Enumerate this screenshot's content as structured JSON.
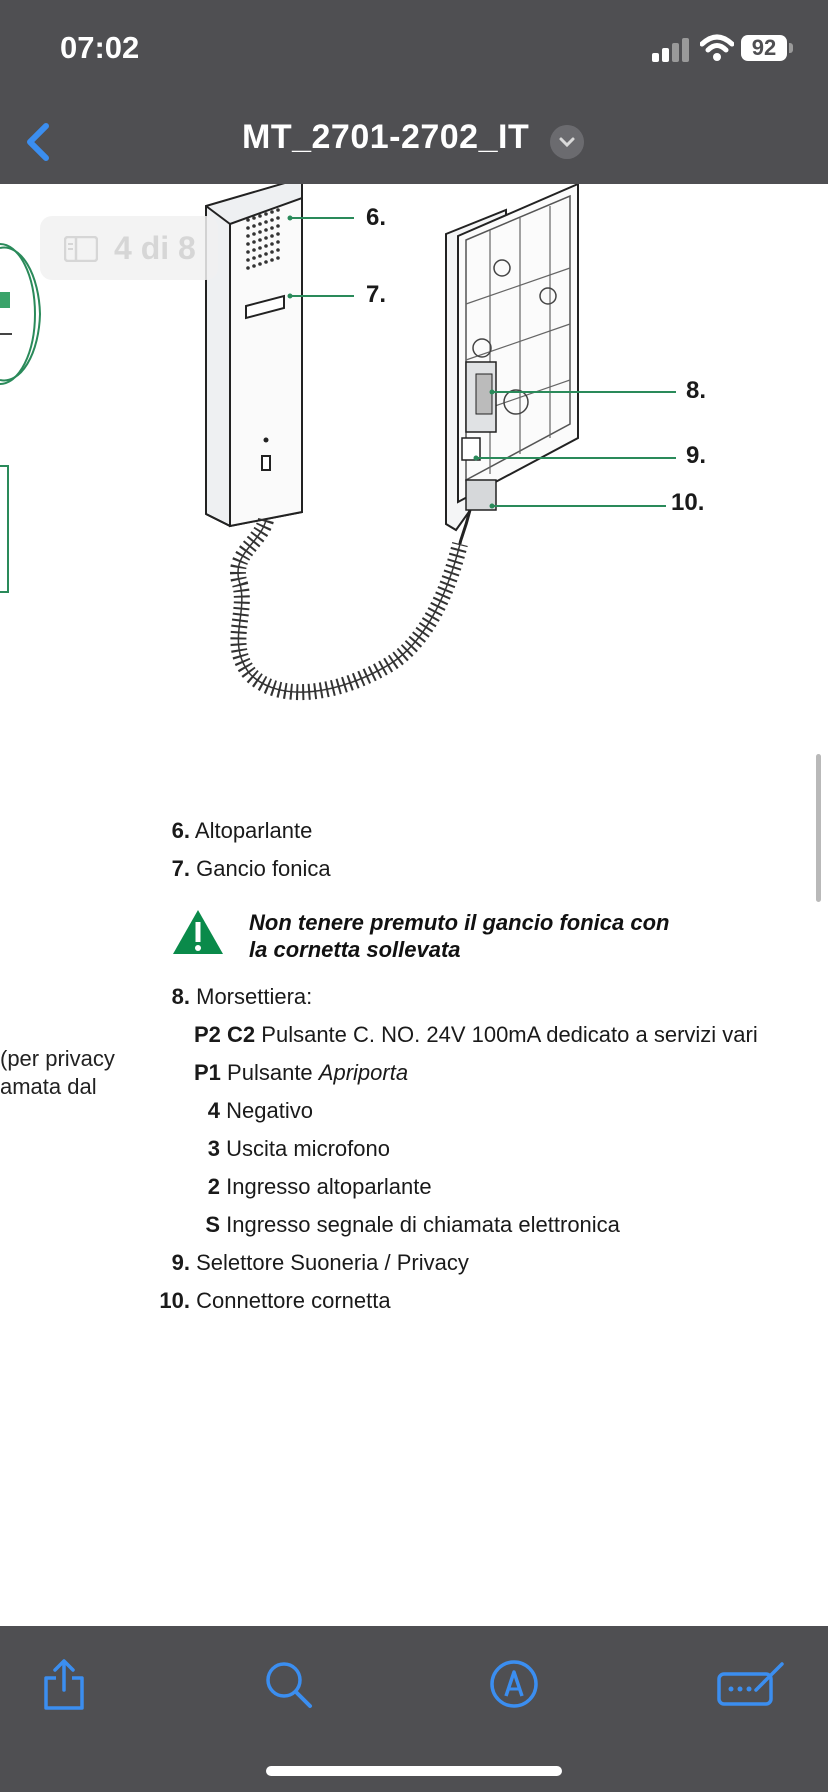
{
  "status": {
    "time": "07:02",
    "battery": "92"
  },
  "nav": {
    "title": "MT_2701-2702_IT",
    "back_icon": "chevron-left-icon",
    "menu_icon": "chevron-down-icon"
  },
  "doc": {
    "page_indicator": "4 di 8",
    "left_fragments": [
      "(per privacy",
      "amata dal"
    ],
    "callouts": [
      "6.",
      "7.",
      "8.",
      "9.",
      "10."
    ],
    "legend": [
      {
        "num": "6.",
        "text": "Altoparlante"
      },
      {
        "num": "7.",
        "text": "Gancio fonica"
      }
    ],
    "warning": {
      "line1": "Non tenere premuto il gancio fonica con",
      "line2": "la cornetta sollevata",
      "color": "#0a8a4a"
    },
    "legend2": [
      {
        "num": "8.",
        "text": "Morsettiera:"
      },
      {
        "code": "P2 C2",
        "text": "Pulsante C. NO. 24V 100mA dedicato a servizi vari"
      },
      {
        "code": "P1",
        "text_plain": "Pulsante ",
        "text_italic": "Apriporta"
      },
      {
        "code": "4",
        "text": "Negativo"
      },
      {
        "code": "3",
        "text": "Uscita microfono"
      },
      {
        "code": "2",
        "text": "Ingresso altoparlante"
      },
      {
        "code": "S",
        "text": "Ingresso segnale di chiamata elettronica"
      },
      {
        "num": "9.",
        "text": "Selettore Suoneria / Privacy"
      },
      {
        "num": "10.",
        "text": "Connettore cornetta"
      }
    ]
  },
  "toolbar": {
    "icons": [
      "share-icon",
      "search-icon",
      "markup-icon",
      "keyboard-edit-icon"
    ],
    "accent": "#3b8ef0"
  }
}
